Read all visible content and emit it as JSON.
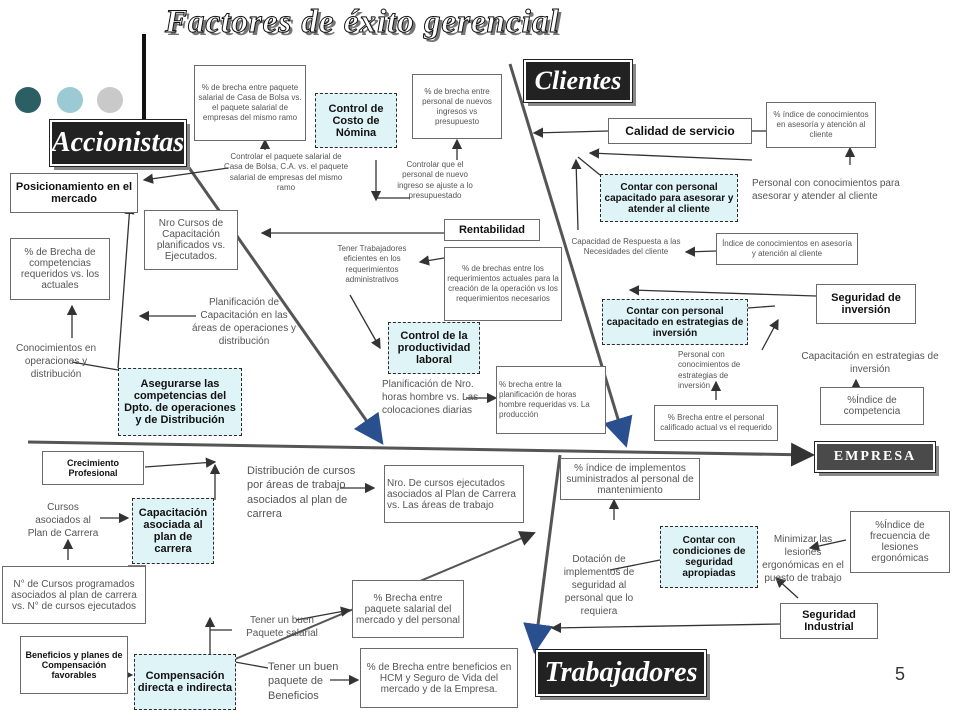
{
  "title": "Factores de éxito gerencial",
  "page_number": "5",
  "colors": {
    "dot1": "#2c5f63",
    "dot2": "#9ccad4",
    "dot3": "#c9c9c9",
    "teal_box": "#dff4f7",
    "banner": "#222222"
  },
  "banners": {
    "accionistas": "Accionistas",
    "clientes": "Clientes",
    "trabajadores": "Trabajadores",
    "empresa": "EMPRESA"
  },
  "accionistas": {
    "brecha_salarial": "% de brecha entre paquete salarial de Casa de Bolsa vs. el paquete salarial de empresas del mismo ramo",
    "control_costo": "Control de Costo de Nómina",
    "brecha_personal": "% de brecha entre personal de nuevos ingresos vs presupuesto",
    "controlar_paquete": "Controlar el paquete salarial de Casa de Bolsa, C.A. vs. el paquete salarial de empresas del mismo ramo",
    "controlar_ingreso": "Controlar que el personal de nuevo ingreso se ajuste a lo presupuestado",
    "posicionamiento": "Posicionamiento en el mercado",
    "rentabilidad": "Rentabilidad",
    "nro_cursos": "Nro Cursos de Capacitación planificados vs. Ejecutados.",
    "brecha_competencias": "% de Brecha de competencias requeridos vs. los actuales",
    "tener_trabajadores": "Tener Trabajadores eficientes en los requerimientos administrativos",
    "brechas_requerimientos": "% de brechas entre los requerimientos actuales para la creación de la operación vs los requerimientos necesarios",
    "planificacion_capacitacion": "Planificación de Capacitación en las áreas de operaciones y distribución",
    "control_productividad": "Control de la productividad laboral",
    "conocimientos_operaciones": "Conocimientos en operaciones y distribución",
    "asegurarse": "Asegurarse las competencias del Dpto. de operaciones y de Distribución",
    "planificacion_horas": "Planificación de Nro. horas hombre vs. Las colocaciones diarias",
    "brecha_planificacion": "% brecha entre la planificación de horas hombre requeridas vs. La producción"
  },
  "clientes": {
    "indice_conocimientos_top": "% índice de conocimientos en asesoría y atención al cliente",
    "calidad_servicio": "Calidad de servicio",
    "contar_personal_asesorar": "Contar con personal capacitado para asesorar y atender al cliente",
    "personal_conocimientos": "Personal con conocimientos para asesorar y atender al cliente",
    "capacidad_respuesta": "Capacidad de Respuesta a las Necesidades del cliente",
    "indice_conocimientos": "Índice de conocimientos en asesoría y atención al cliente",
    "seguridad_inversion": "Seguridad de inversión",
    "contar_personal_estrategias": "Contar con personal capacitado en estrategias de inversión",
    "personal_estrategias": "Personal con conocimientos de estrategias de inversión",
    "capacitacion_estrategias": "Capacitación en estrategias de inversión",
    "indice_competencia": "%Índice de competencia",
    "brecha_personal_calificado": "% Brecha entre el personal calificado actual vs el requerido"
  },
  "trabajadores": {
    "crecimiento": "Crecimiento Profesional",
    "distribucion_cursos": "Distribución de cursos por áreas de trabajo asociados al plan de carrera",
    "nro_cursos_plan": "Nro. De cursos ejecutados asociados al Plan de Carrera vs. Las áreas de trabajo",
    "cursos_asociados": "Cursos asociados al Plan de Carrera",
    "capacitacion_asociada": "Capacitación asociada al plan de carrera",
    "n_cursos_programados": "N° de Cursos programados asociados al plan de carrera vs. N° de cursos ejecutados",
    "brecha_salarial_mercado": "% Brecha entre paquete salarial del mercado y del personal",
    "tener_paquete_salarial": "Tener un buen Paquete salarial",
    "beneficios": "Beneficios y planes de Compensación favorables",
    "compensacion": "Compensación directa e indirecta",
    "tener_paquete_beneficios": "Tener un buen paquete de Beneficios",
    "brecha_beneficios": "% de Brecha entre beneficios en HCM y Seguro de Vida del mercado y de la Empresa.",
    "indice_implementos": "% índice de implementos suministrados al personal de mantenimiento",
    "contar_seguridad": "Contar con condiciones de seguridad apropiadas",
    "minimizar_lesiones": "Minimizar las lesiones ergonómicas en el puesto de trabajo",
    "indice_frecuencia": "%Índice de frecuencia de lesiones ergonómicas",
    "dotacion": "Dotación de implementos de seguridad al personal que lo requiera",
    "seguridad_industrial": "Seguridad Industrial"
  }
}
